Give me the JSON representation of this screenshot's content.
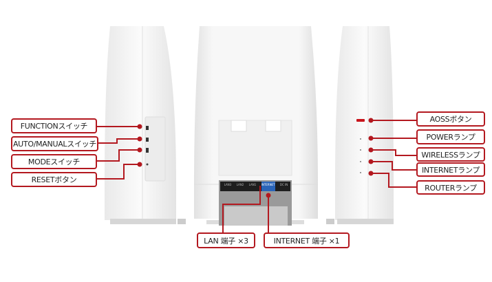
{
  "accent_color": "#b3181f",
  "left_labels": [
    "FUNCTIONスイッチ",
    "AUTO/MANUALスイッチ",
    "MODEスイッチ",
    "RESETボタン"
  ],
  "right_labels": [
    "AOSSボタン",
    "POWERランプ",
    "WIRELESSランプ",
    "INTERNETランプ",
    "ROUTERランプ"
  ],
  "bottom_labels": [
    "LAN 端子 ×3",
    "INTERNET 端子 ×1"
  ],
  "port_labels": [
    "LAN3",
    "LAN2",
    "LAN1",
    "INTERNET",
    "DC IN"
  ]
}
